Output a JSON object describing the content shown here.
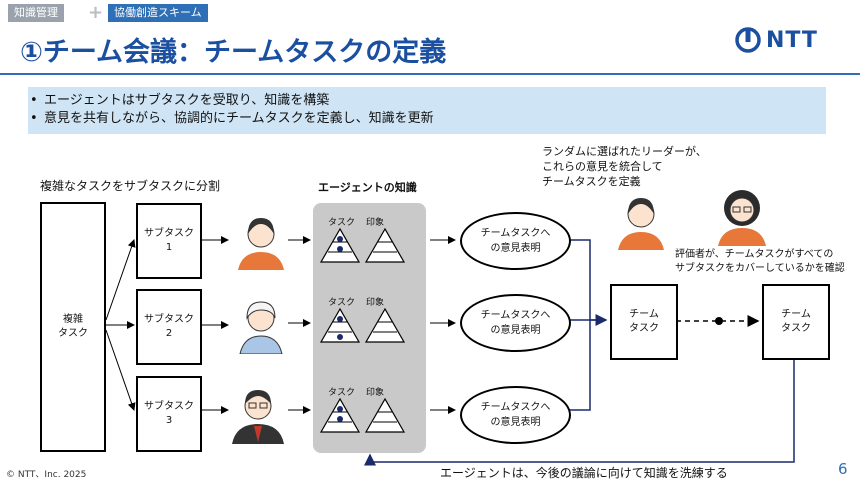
{
  "header": {
    "tag_left": "知識管理",
    "tag_right": "協働創造スキーム",
    "title": "①チーム会議：チームタスクの定義",
    "logo_text": "NTT"
  },
  "bullets": [
    "エージェントはサブタスクを受取り、知識を構築",
    "意見を共有しながら、協調的にチームタスクを定義し、知識を更新"
  ],
  "diagram": {
    "split_label": "複雑なタスクをサブタスクに分割",
    "complex_task": "複雑\nタスク",
    "subtasks": [
      "サブタスク\n1",
      "サブタスク\n2",
      "サブタスク\n3"
    ],
    "knowledge_title": "エージェントの知識",
    "knowledge_task_label": "タスク",
    "knowledge_impression_label": "印象",
    "opinion_label": "チームタスクへ\nの意見表明",
    "leader_label": "ランダムに選ばれたリーダーが、\nこれらの意見を統合して\nチームタスクを定義",
    "evaluator_label": "評価者が、チームタスクがすべての\nサブタスクをカバーしているかを確認",
    "team_task": "チーム\nタスク",
    "refine_label": "エージェントは、今後の議論に向けて知識を洗練する"
  },
  "footer": {
    "copyright": "© NTT、Inc. 2025",
    "page": "6"
  },
  "colors": {
    "brand_blue": "#1b4fa0",
    "bullet_bg": "#cfe4f5",
    "arrow_navy": "#1a2a6c"
  }
}
